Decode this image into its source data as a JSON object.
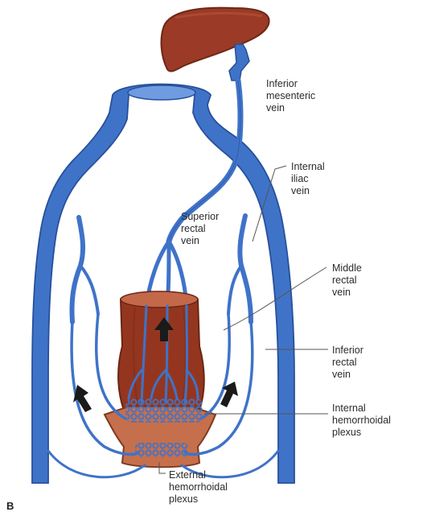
{
  "panel_letter": "B",
  "colors": {
    "vein": "#3f73c8",
    "vein_dark": "#27509a",
    "vein_light": "#6f9be0",
    "liver": "#9b3a26",
    "liver_dark": "#6e2716",
    "rectum": "#94361f",
    "rectum_light": "#c4684a",
    "anal_skin": "#c66f4c",
    "arrow": "#1a1a1a",
    "leader": "#555555"
  },
  "labels": {
    "inferior_mesenteric": [
      "Inferior",
      "mesenteric",
      "vein"
    ],
    "internal_iliac": [
      "Internal",
      "iliac",
      "vein"
    ],
    "superior_rectal": [
      "Superior",
      "rectal",
      "vein"
    ],
    "middle_rectal": [
      "Middle",
      "rectal",
      "vein"
    ],
    "inferior_rectal": [
      "Inferior",
      "rectal",
      "vein"
    ],
    "internal_hemorrhoidal": [
      "Internal",
      "hemorrhoidal",
      "plexus"
    ],
    "external_hemorrhoidal": [
      "External",
      "hemorrhoidal",
      "plexus"
    ]
  }
}
